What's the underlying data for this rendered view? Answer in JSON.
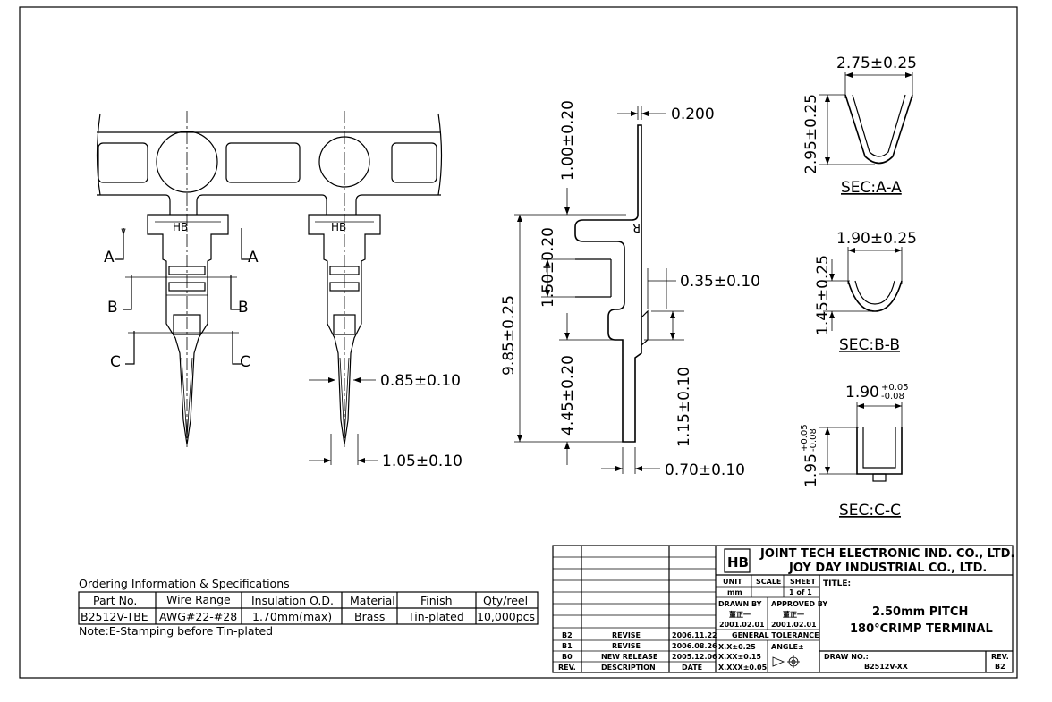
{
  "dimensions": {
    "d_0200": "0.200",
    "d_100": "1.00±0.20",
    "d_150": "1.50±0.20",
    "d_035": "0.35±0.10",
    "d_985": "9.85±0.25",
    "d_445": "4.45±0.20",
    "d_115": "1.15±0.10",
    "d_070": "0.70±0.10",
    "d_085": "0.85±0.10",
    "d_105": "1.05±0.10",
    "d_275": "2.75±0.25",
    "d_295": "2.95±0.25",
    "d_190a": "1.90±0.25",
    "d_145": "1.45±0.25",
    "d_190b_base": "1.90",
    "d_190b_plus": "+0.05",
    "d_190b_minus": "-0.08",
    "d_195_base": "1.95",
    "d_195_plus": "+0.05",
    "d_195_minus": "-0.08"
  },
  "section_markers": {
    "a": "A",
    "b": "B",
    "c": "C"
  },
  "sections": {
    "aa": "SEC:A-A",
    "bb": "SEC:B-B",
    "cc": "SEC:C-C"
  },
  "ordering": {
    "title": "Ordering Information & Specifications",
    "headers": [
      "Part No.",
      "Wire Range",
      "Insulation O.D.",
      "Material",
      "Finish",
      "Qty/reel"
    ],
    "row": [
      "B2512V-TBE",
      "AWG#22-#28",
      "1.70mm(max)",
      "Brass",
      "Tin-plated",
      "10,000pcs"
    ],
    "note": "Note:E-Stamping before Tin-plated"
  },
  "titleblock": {
    "company1": "JOINT TECH ELECTRONIC IND. CO., LTD.",
    "company2": "JOY DAY INDUSTRIAL CO., LTD.",
    "unit_label": "UNIT",
    "scale_label": "SCALE",
    "sheet_label": "SHEET",
    "unit_value": "mm",
    "sheet_value": "1 of 1",
    "title_label": "TITLE:",
    "title1": "2.50mm PITCH",
    "title2": "180°CRIMP TERMINAL",
    "drawn_by_label": "DRAWN BY",
    "approved_by_label": "APPROVED BY",
    "drawn_by": "董正一",
    "approved_by": "董正一",
    "drawn_date": "2001.02.01",
    "approved_date": "2001.02.01",
    "tolerance_label": "GENERAL TOLERANCE",
    "tol1": "X.X±0.25",
    "tol2": "X.XX±0.15",
    "tol3": "X.XXX±0.05",
    "angle_label": "ANGLE±",
    "draw_no_label": "DRAW NO.:",
    "draw_no": "B2512V-XX",
    "rev_label": "REV.",
    "rev_value": "B2",
    "revisions": [
      {
        "rev": "B2",
        "desc": "REVISE",
        "date": "2006.11.22"
      },
      {
        "rev": "B1",
        "desc": "REVISE",
        "date": "2006.08.26"
      },
      {
        "rev": "B0",
        "desc": "NEW RELEASE",
        "date": "2005.12.06"
      }
    ],
    "rev_header": {
      "rev": "REV.",
      "desc": "DESCRIPTION",
      "date": "DATE"
    }
  }
}
